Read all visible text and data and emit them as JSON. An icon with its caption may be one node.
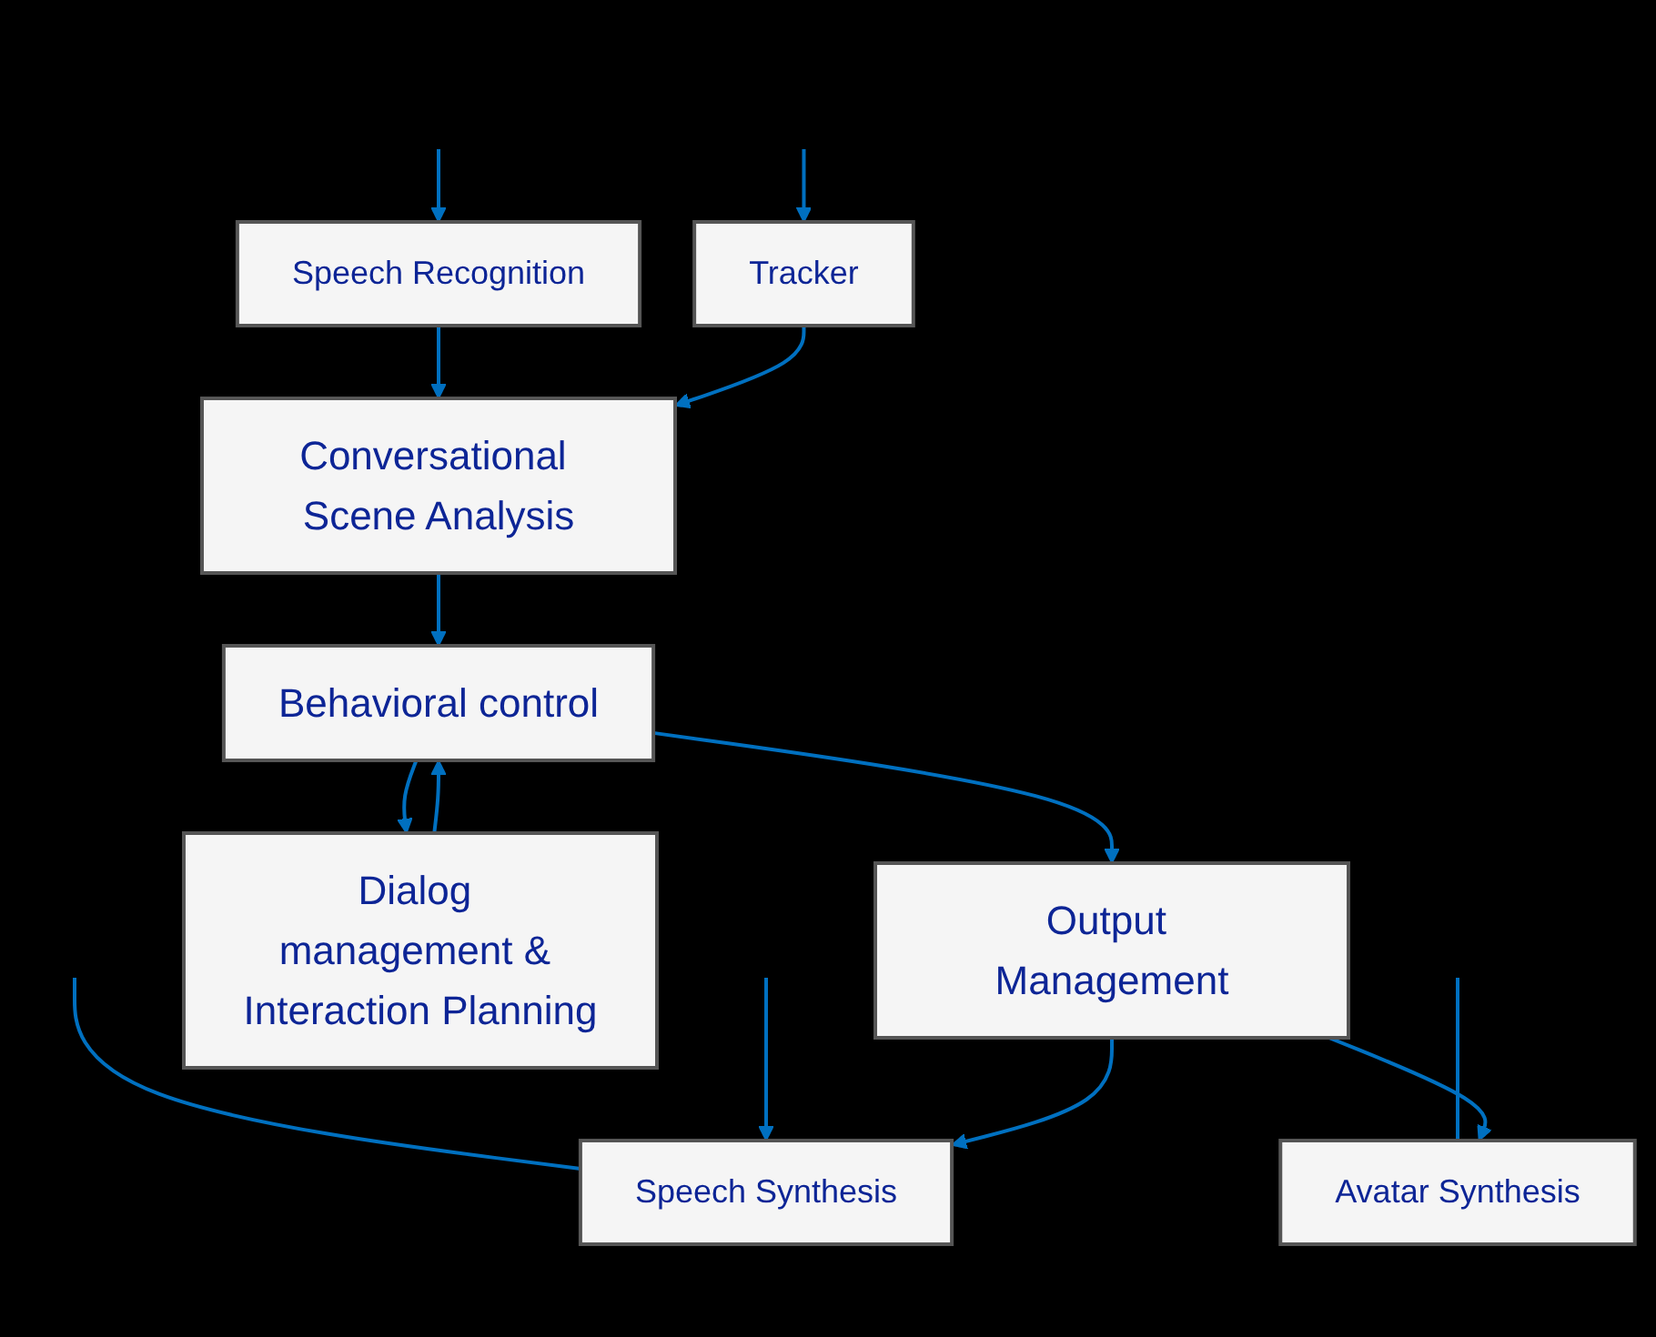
{
  "diagram": {
    "nodes": [
      {
        "text": [
          "Speech Synthesis"
        ]
      },
      {
        "text": [
          "Avatar Synthesis"
        ]
      },
      {
        "text": [
          "Speech Recognition"
        ]
      },
      {
        "text": [
          "Tracker"
        ]
      },
      {
        "text": [
          "Output Management"
        ]
      },
      {
        "text": [
          "Conversational Scene Analysis"
        ]
      },
      {
        "text": [
          "Behavioral control"
        ]
      },
      {
        "text": [
          "Dialog management & Interaction Planning"
        ]
      }
    ],
    "edges": [
      {
        "from": 0,
        "to": null,
        "arrow": "none"
      },
      {
        "from": null,
        "to": 0,
        "arrow": "to"
      },
      {
        "from": 1,
        "to": null,
        "arrow": "none"
      },
      {
        "from": null,
        "to": 2,
        "arrow": "to"
      },
      {
        "from": null,
        "to": 3,
        "arrow": "to"
      },
      {
        "from": 4,
        "to": 0,
        "arrow": "to"
      },
      {
        "from": 4,
        "to": 1,
        "arrow": "to"
      },
      {
        "from": 2,
        "to": 5,
        "arrow": "to"
      },
      {
        "from": 3,
        "to": 5,
        "arrow": "to"
      },
      {
        "from": 6,
        "to": 4,
        "arrow": "to"
      },
      {
        "from": 5,
        "to": 6,
        "arrow": "to"
      },
      {
        "from": 7,
        "to": 6,
        "arrow": "to"
      },
      {
        "from": 6,
        "to": 7,
        "arrow": "to"
      }
    ]
  }
}
